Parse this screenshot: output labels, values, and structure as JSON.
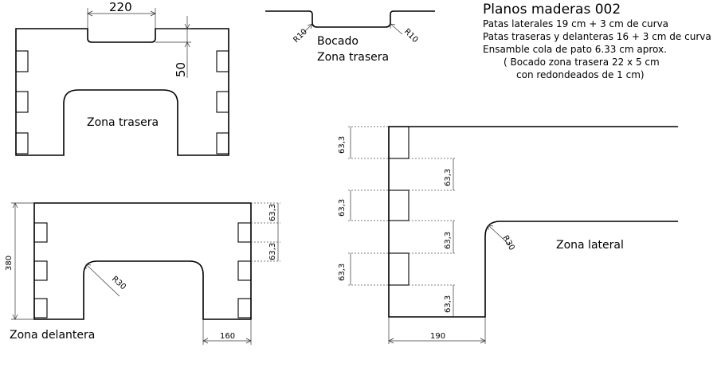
{
  "title": "Planos maderas 002",
  "notes": [
    "Patas laterales 19 cm + 3 cm de curva",
    "Patas traseras y delanteras 16 + 3 cm de curva",
    "Ensamble cola de pato 6.33 cm aprox.",
    "( Bocado zona trasera 22 x 5 cm",
    "con redondeados de 1 cm)"
  ],
  "labels": {
    "zona_trasera": "Zona trasera",
    "bocado": "Bocado",
    "bocado_zona": "Zona trasera",
    "zona_delantera": "Zona delantera",
    "zona_lateral": "Zona lateral"
  },
  "dimensions": {
    "bocado_width": "220",
    "bocado_depth": "50",
    "radius_small_left": "R10",
    "radius_small_right": "R10",
    "delantera_height": "380",
    "delantera_tab_1": "63,3",
    "delantera_tab_2": "63,3",
    "delantera_radius": "R30",
    "delantera_leg": "160",
    "lateral_tab_1": "63,3",
    "lateral_tab_2": "63,3",
    "lateral_tab_3": "63,3",
    "lateral_gap_1": "63,3",
    "lateral_gap_2": "63,3",
    "lateral_gap_3": "63,3",
    "lateral_radius": "R30",
    "lateral_leg": "190"
  }
}
